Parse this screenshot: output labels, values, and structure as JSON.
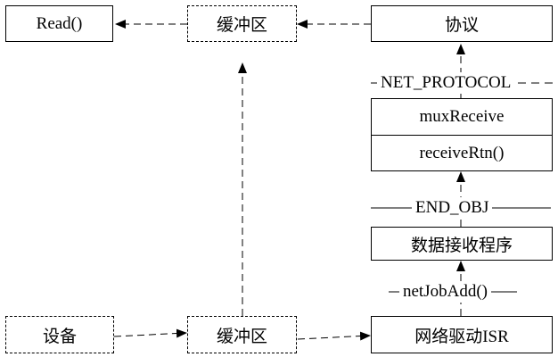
{
  "nodes": {
    "read": "Read()",
    "buffer_top": "缓冲区",
    "protocol": "协议",
    "mux_receive": "muxReceive",
    "receive_rtn": "receiveRtn()",
    "data_receiver": "数据接收程序",
    "device": "设备",
    "buffer_bottom": "缓冲区",
    "net_isr": "网络驱动ISR"
  },
  "layers": {
    "net_protocol": "NET_PROTOCOL",
    "end_obj": "END_OBJ",
    "net_job_add": "netJobAdd()"
  }
}
